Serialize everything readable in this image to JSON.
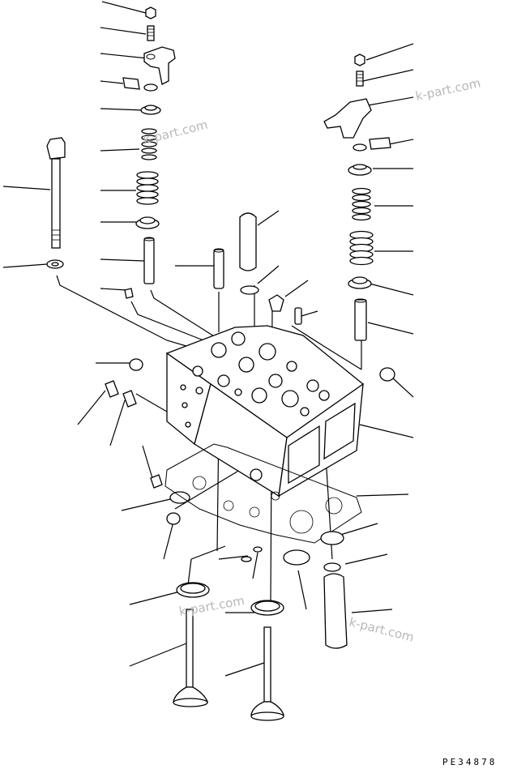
{
  "drawing_code": "PE34878",
  "watermarks": [
    "k-part.com",
    "k-part.com",
    "k-part.com",
    "k-part.com"
  ],
  "colors": {
    "ink": "#000000",
    "watermark": "#b8b8b8",
    "background": "#ffffff"
  }
}
